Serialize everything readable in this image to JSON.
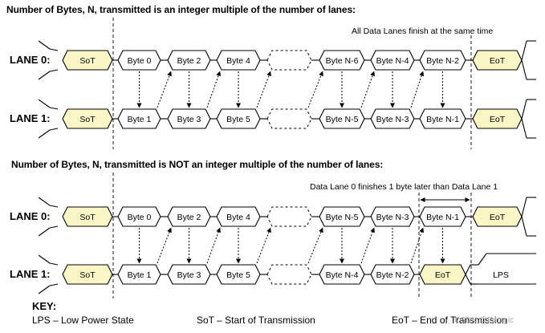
{
  "section_a": {
    "heading": "Number of Bytes, N, transmitted is an integer multiple of the number of lanes:",
    "note": "All Data Lanes finish at the same time",
    "lane0_label": "LANE 0:",
    "lane1_label": "LANE 1:",
    "lane0_packets": [
      "SoT",
      "Byte 0",
      "Byte 2",
      "Byte 4",
      "",
      "Byte N-6",
      "Byte N-4",
      "Byte N-2",
      "EoT"
    ],
    "lane1_packets": [
      "SoT",
      "Byte 1",
      "Byte 3",
      "Byte 5",
      "",
      "Byte N-5",
      "Byte N-3",
      "Byte N-1",
      "EoT"
    ]
  },
  "section_b": {
    "heading": "Number of Bytes, N, transmitted is NOT an integer multiple of the number of lanes:",
    "note": "Data Lane 0 finishes 1 byte later than Data Lane 1",
    "lane0_label": "LANE 0:",
    "lane1_label": "LANE 1:",
    "lane0_packets": [
      "SoT",
      "Byte 0",
      "Byte 2",
      "Byte 4",
      "",
      "Byte N-5",
      "Byte N-3",
      "Byte N-1",
      "EoT"
    ],
    "lane1_packets": [
      "SoT",
      "Byte 1",
      "Byte 3",
      "Byte 5",
      "",
      "Byte N-4",
      "Byte N-2",
      "EoT",
      "LPS"
    ]
  },
  "key": {
    "title": "KEY:",
    "items": [
      "LPS – Low Power State",
      "SoT – Start of Transmission",
      "EoT – End of Transmission"
    ]
  },
  "watermark": "CSDN @Fmagic",
  "colors": {
    "sot_eot_fill": "#fbf6c5",
    "byte_fill": "#ffffff",
    "line": "#000000"
  }
}
